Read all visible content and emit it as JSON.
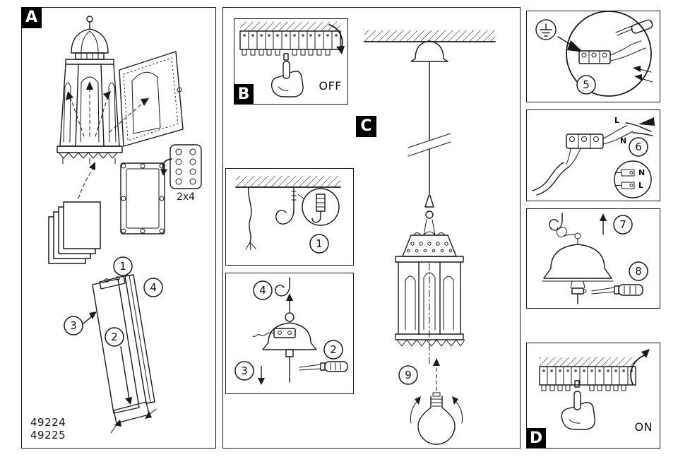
{
  "sheet": {
    "panel_a": {
      "label": "A",
      "models": [
        "49224",
        "49225"
      ],
      "sticker_count": "2x4"
    },
    "panel_b": {
      "label": "B",
      "switch_state": "OFF"
    },
    "panel_c": {
      "label": "C"
    },
    "panel_d": {
      "label": "D",
      "switch_state": "ON"
    },
    "wiring": {
      "live": "L",
      "neutral": "N"
    },
    "steps": {
      "s1": "1",
      "s2": "2",
      "s3": "3",
      "s4": "4",
      "s5": "5",
      "s6": "6",
      "s7": "7",
      "s8": "8",
      "s9": "9"
    }
  }
}
